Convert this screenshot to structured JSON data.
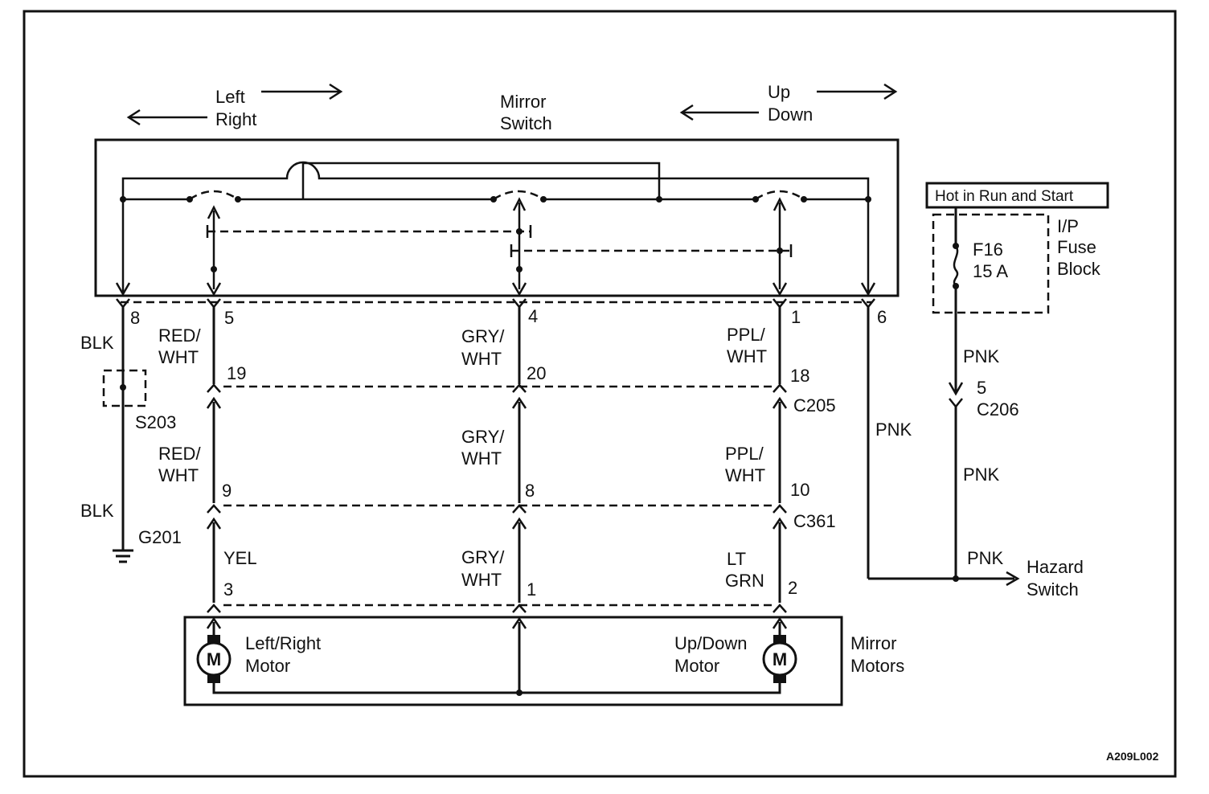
{
  "switch": {
    "title_line1": "Mirror",
    "title_line2": "Switch",
    "left_line1": "Left",
    "left_line2": "Right",
    "up_line1": "Up",
    "up_line2": "Down"
  },
  "fuse": {
    "hot_label": "Hot in Run and Start",
    "fuse_name": "F16",
    "fuse_rating": "15 A",
    "block_line1": "I/P",
    "block_line2": "Fuse",
    "block_line3": "Block"
  },
  "pins": {
    "p8": "8",
    "p5": "5",
    "p4": "4",
    "p1": "1",
    "p6": "6",
    "p19": "19",
    "p20": "20",
    "p18": "18",
    "p9": "9",
    "p8b": "8",
    "p10": "10",
    "p3": "3",
    "p1b": "1",
    "p2": "2",
    "p5c": "5"
  },
  "wires": {
    "blk_top": "BLK",
    "blk_bottom": "BLK",
    "red_wht_1a": "RED/",
    "red_wht_1b": "WHT",
    "red_wht_2a": "RED/",
    "red_wht_2b": "WHT",
    "gry_wht_1a": "GRY/",
    "gry_wht_1b": "WHT",
    "gry_wht_2a": "GRY/",
    "gry_wht_2b": "WHT",
    "gry_wht_3a": "GRY/",
    "gry_wht_3b": "WHT",
    "ppl_wht_1a": "PPL/",
    "ppl_wht_1b": "WHT",
    "ppl_wht_2a": "PPL/",
    "ppl_wht_2b": "WHT",
    "yel": "YEL",
    "lt_grn_a": "LT",
    "lt_grn_b": "GRN",
    "pnk_1": "PNK",
    "pnk_2": "PNK",
    "pnk_3": "PNK",
    "pnk_4": "PNK"
  },
  "components": {
    "splice": "S203",
    "ground": "G201",
    "conn_c205": "C205",
    "conn_c361": "C361",
    "conn_c206": "C206",
    "hazard_line1": "Hazard",
    "hazard_line2": "Switch",
    "motor_lr_line1": "Left/Right",
    "motor_lr_line2": "Motor",
    "motor_ud_line1": "Up/Down",
    "motor_ud_line2": "Motor",
    "mirror_motors_line1": "Mirror",
    "mirror_motors_line2": "Motors",
    "motor_symbol": "M"
  },
  "figure_id": "A209L002"
}
